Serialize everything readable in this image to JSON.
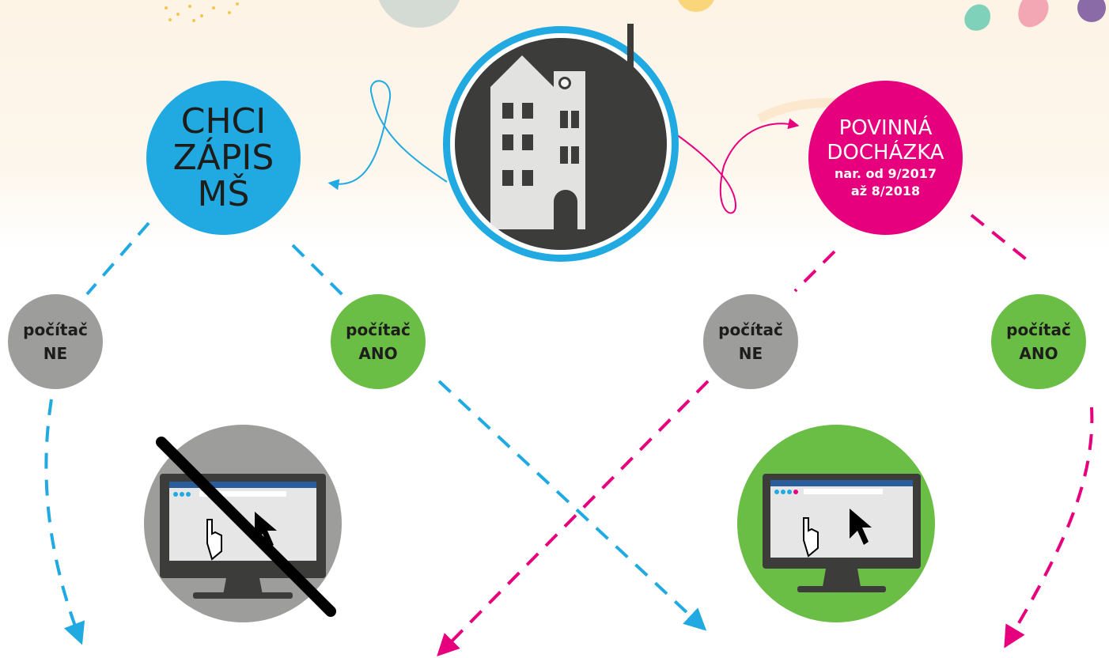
{
  "left_topic": {
    "lines": [
      "CHCI",
      "ZÁPIS",
      "MŠ"
    ],
    "color": "#21a9e1"
  },
  "right_topic": {
    "lines": [
      "POVINNÁ",
      "DOCHÁZKA"
    ],
    "sub_lines": [
      "nar. od 9/2017",
      "až 8/2018"
    ],
    "color": "#e6007e"
  },
  "options": {
    "left_ne": [
      "počítač",
      "NE"
    ],
    "left_ano": [
      "počítač",
      "ANO"
    ],
    "right_ne": [
      "počítač",
      "NE"
    ],
    "right_ano": [
      "počítač",
      "ANO"
    ]
  },
  "colors": {
    "no_computer": "#9d9d9c",
    "computer": "#6abd45"
  },
  "icons": {
    "center": "town-hall-icon",
    "no_computer": "computer-crossed-icon",
    "computer": "computer-icon"
  }
}
